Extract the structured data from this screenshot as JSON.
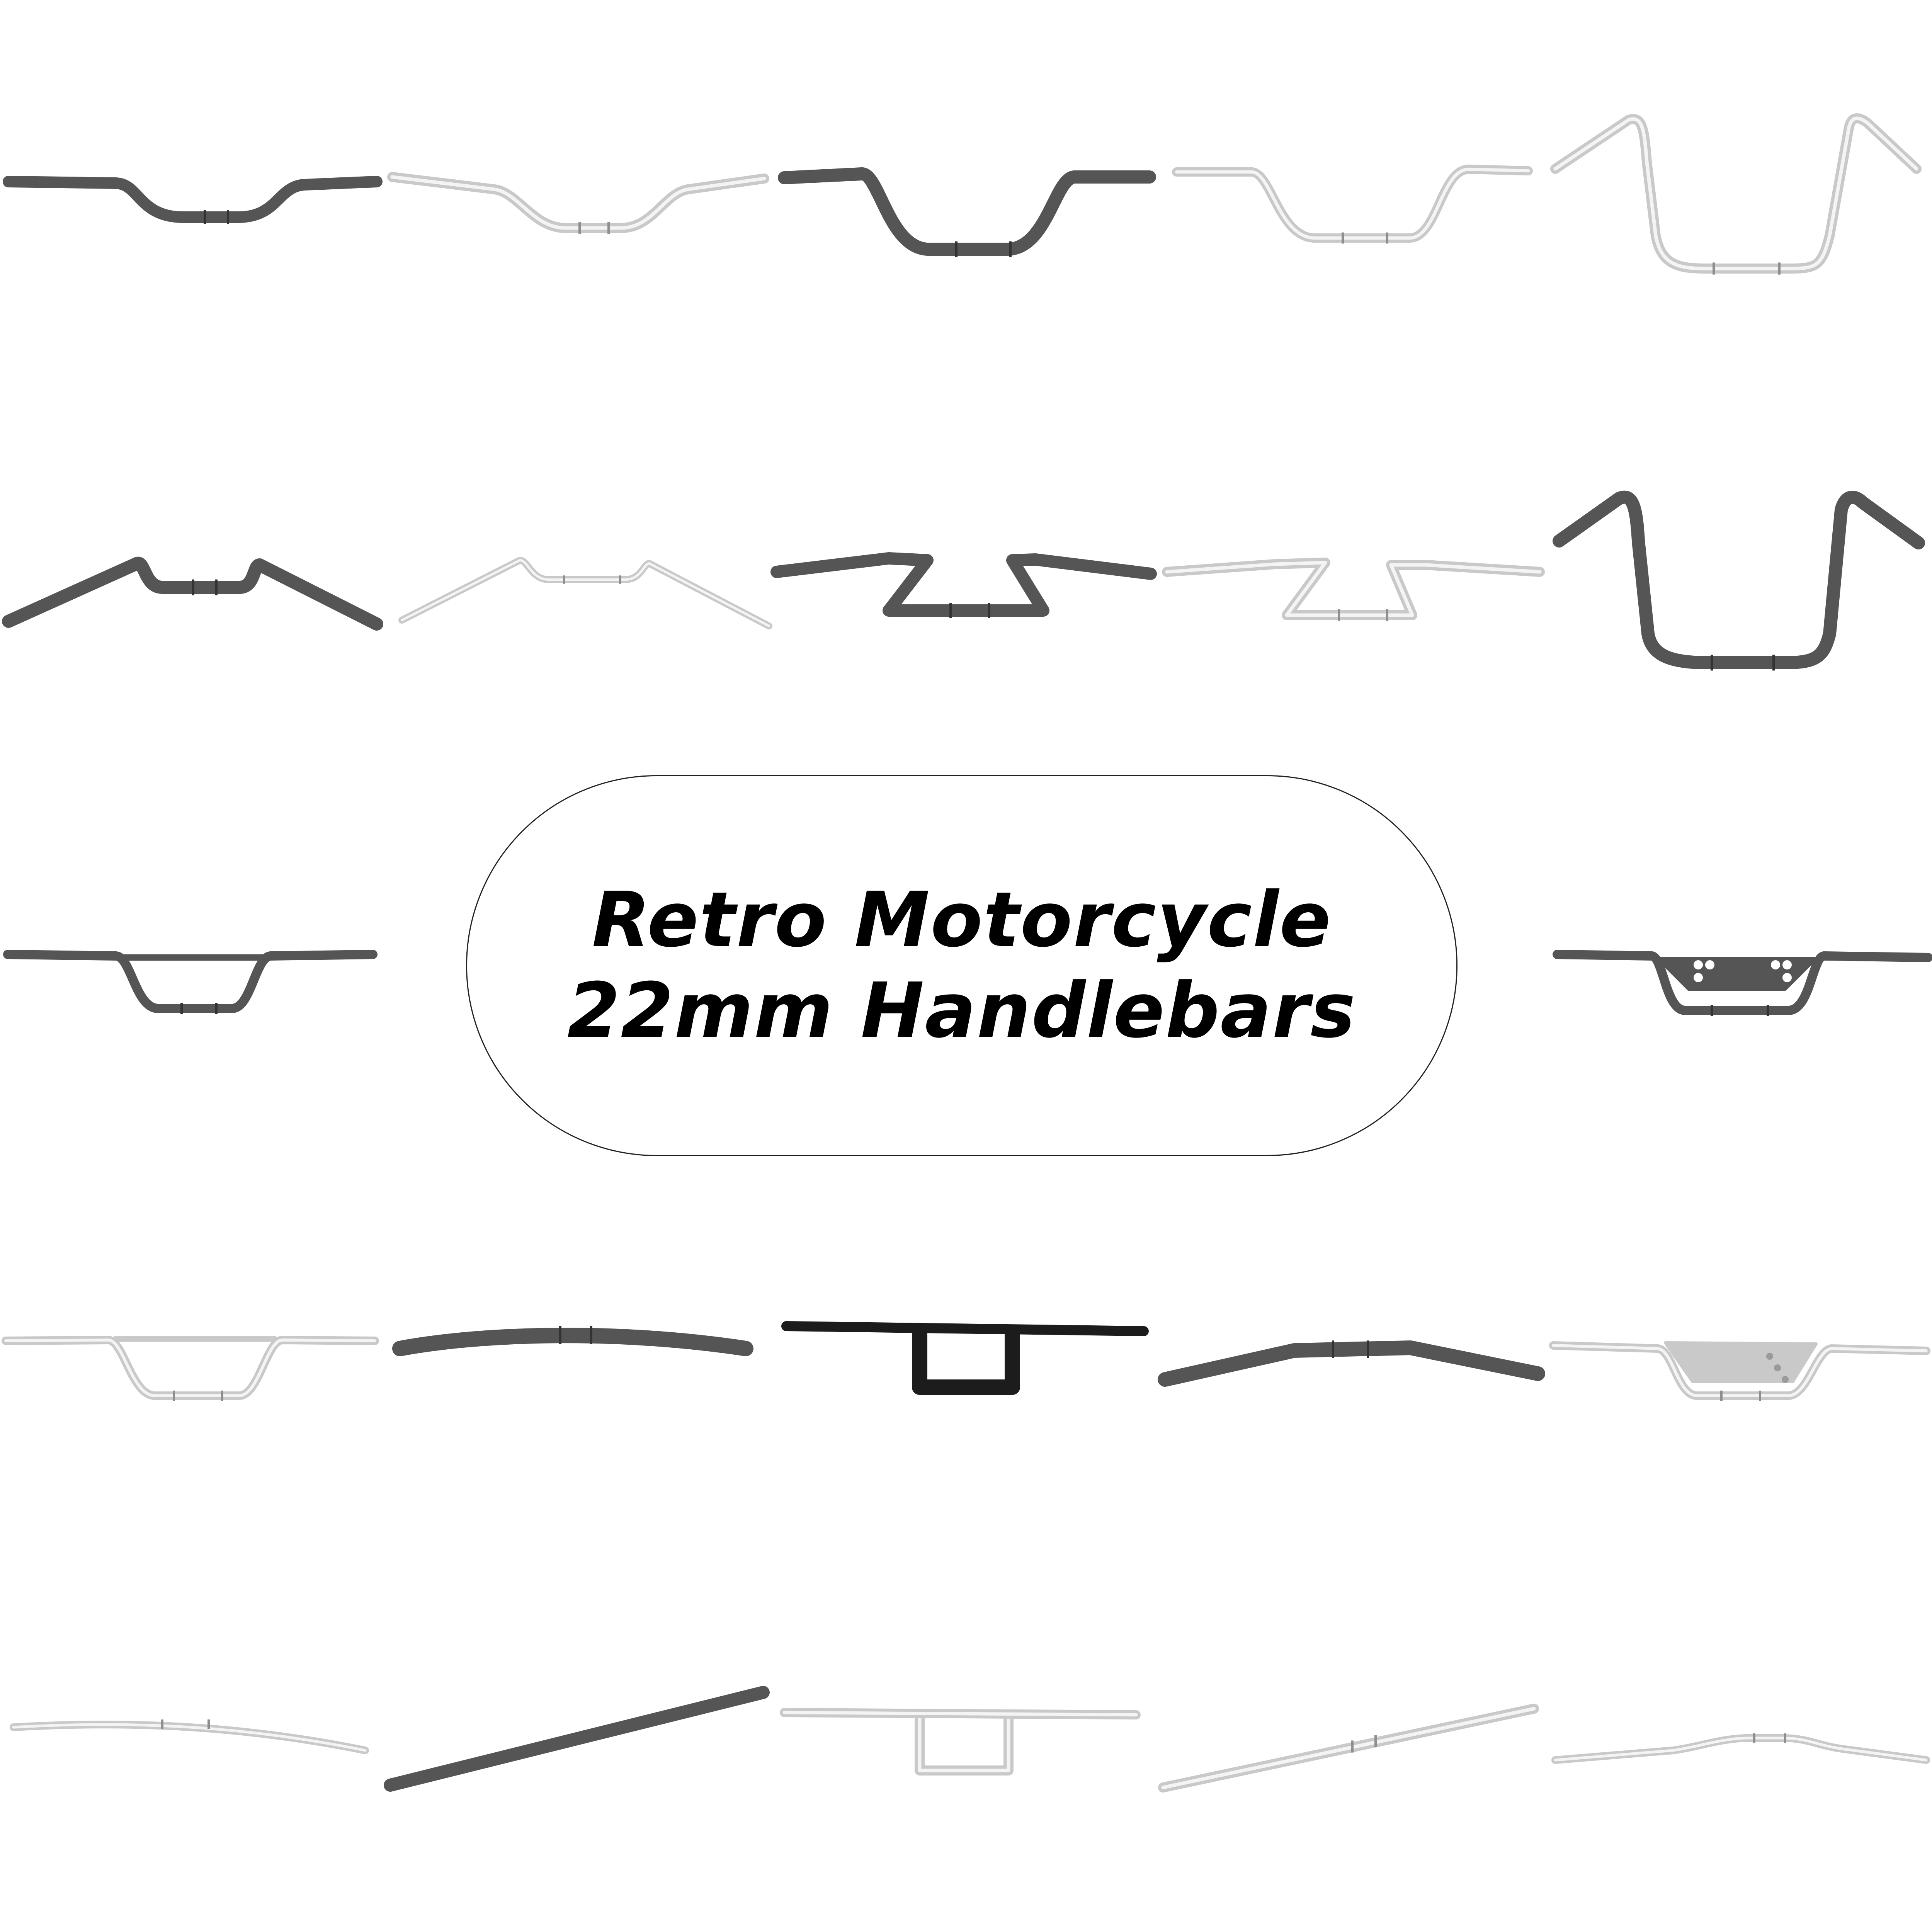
{
  "banner": {
    "line1": "Retro Motorcycle",
    "line2": "22mm Handlebars"
  },
  "colors": {
    "background": "#ffffff",
    "black_finish": "#555555",
    "matte_black": "#1c1c1c",
    "chrome_finish": "#c9c9c9",
    "chrome_highlight": "#f4f4f4",
    "text": "#000000"
  },
  "handlebars": [
    {
      "name": "handlebar-low-rise-black",
      "finish": "black",
      "shape": "low-rise"
    },
    {
      "name": "handlebar-low-rise-chrome",
      "finish": "chrome",
      "shape": "low-rise"
    },
    {
      "name": "handlebar-mid-rise-black",
      "finish": "black",
      "shape": "mid-rise"
    },
    {
      "name": "handlebar-mid-rise-chrome",
      "finish": "chrome",
      "shape": "mid-rise"
    },
    {
      "name": "handlebar-ape-hanger-chrome",
      "finish": "chrome",
      "shape": "ape-hanger"
    },
    {
      "name": "handlebar-swept-rise-black",
      "finish": "black",
      "shape": "swept-rise"
    },
    {
      "name": "handlebar-swept-rise-chrome",
      "finish": "chrome",
      "shape": "swept-rise"
    },
    {
      "name": "handlebar-z-bar-black",
      "finish": "black",
      "shape": "z-bar"
    },
    {
      "name": "handlebar-z-bar-chrome",
      "finish": "chrome",
      "shape": "z-bar"
    },
    {
      "name": "handlebar-ape-hanger-black",
      "finish": "black",
      "shape": "ape-hanger"
    },
    {
      "name": "handlebar-braced-black",
      "finish": "black",
      "shape": "braced"
    },
    {
      "name": "handlebar-braced-drilled-black",
      "finish": "black",
      "shape": "braced-drilled"
    },
    {
      "name": "handlebar-braced-chrome",
      "finish": "chrome",
      "shape": "braced"
    },
    {
      "name": "handlebar-drag-bar-black",
      "finish": "black",
      "shape": "drag"
    },
    {
      "name": "handlebar-t-bar-black",
      "finish": "black",
      "shape": "t-bar"
    },
    {
      "name": "handlebar-flat-sweep-black",
      "finish": "black",
      "shape": "flat-sweep"
    },
    {
      "name": "handlebar-braced-drilled-chrome",
      "finish": "chrome",
      "shape": "braced-drilled"
    },
    {
      "name": "handlebar-drag-bar-chrome",
      "finish": "chrome",
      "shape": "drag"
    },
    {
      "name": "handlebar-straight-bar-black",
      "finish": "black",
      "shape": "straight"
    },
    {
      "name": "handlebar-t-bar-chrome",
      "finish": "chrome",
      "shape": "t-bar"
    },
    {
      "name": "handlebar-straight-bar-chrome",
      "finish": "chrome",
      "shape": "straight"
    },
    {
      "name": "handlebar-flat-sweep-chrome",
      "finish": "chrome",
      "shape": "flat-sweep"
    }
  ]
}
